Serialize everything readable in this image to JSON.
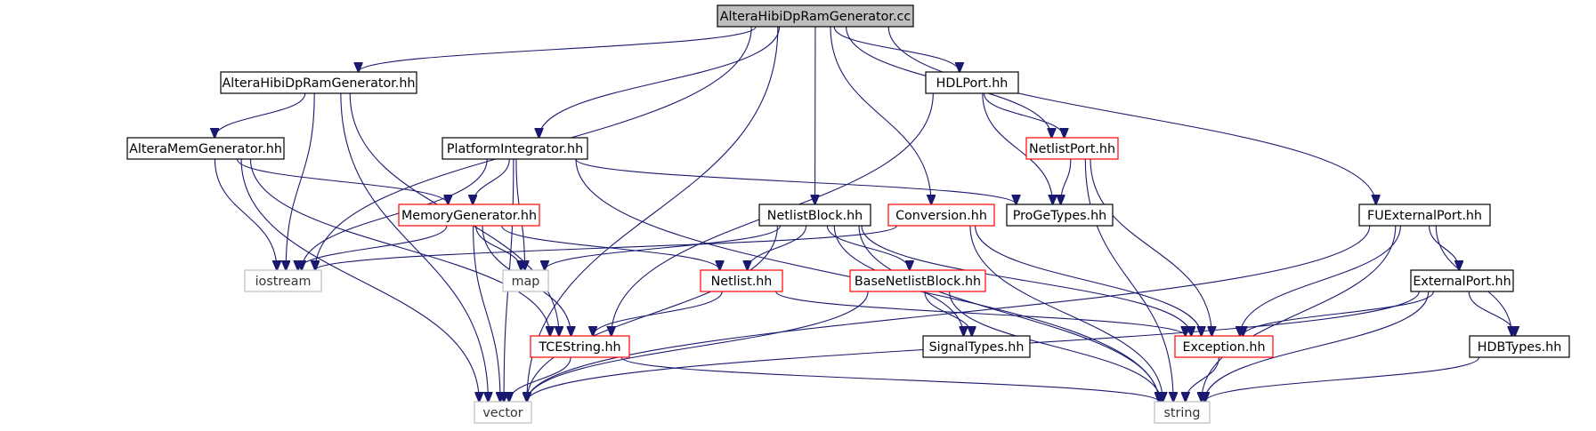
{
  "diagram": {
    "colors": {
      "edge": "#191970",
      "border_normal": "#000000",
      "border_truncated": "#ff0000",
      "border_external": "#bfbfbf",
      "fill_root": "#bfbfbf",
      "fill_default": "#ffffff",
      "text_external": "#333333"
    },
    "nodes": [
      {
        "id": "root",
        "label": "AlteraHibiDpRamGenerator.cc",
        "kind": "root"
      },
      {
        "id": "althh",
        "label": "AlteraHibiDpRamGenerator.hh",
        "kind": "normal"
      },
      {
        "id": "hdlport",
        "label": "HDLPort.hh",
        "kind": "normal"
      },
      {
        "id": "netlistport",
        "label": "NetlistPort.hh",
        "kind": "truncated"
      },
      {
        "id": "altmem",
        "label": "AlteraMemGenerator.hh",
        "kind": "normal"
      },
      {
        "id": "platint",
        "label": "PlatformIntegrator.hh",
        "kind": "normal"
      },
      {
        "id": "memgen",
        "label": "MemoryGenerator.hh",
        "kind": "truncated"
      },
      {
        "id": "netlistblock",
        "label": "NetlistBlock.hh",
        "kind": "normal"
      },
      {
        "id": "conversion",
        "label": "Conversion.hh",
        "kind": "truncated"
      },
      {
        "id": "progetypes",
        "label": "ProGeTypes.hh",
        "kind": "normal"
      },
      {
        "id": "fuext",
        "label": "FUExternalPort.hh",
        "kind": "normal"
      },
      {
        "id": "iostream",
        "label": "iostream",
        "kind": "external"
      },
      {
        "id": "map",
        "label": "map",
        "kind": "external"
      },
      {
        "id": "netlist",
        "label": "Netlist.hh",
        "kind": "truncated"
      },
      {
        "id": "basenb",
        "label": "BaseNetlistBlock.hh",
        "kind": "truncated"
      },
      {
        "id": "extport",
        "label": "ExternalPort.hh",
        "kind": "normal"
      },
      {
        "id": "tcestring",
        "label": "TCEString.hh",
        "kind": "truncated"
      },
      {
        "id": "signaltypes",
        "label": "SignalTypes.hh",
        "kind": "normal"
      },
      {
        "id": "exception",
        "label": "Exception.hh",
        "kind": "truncated"
      },
      {
        "id": "hdbtypes",
        "label": "HDBTypes.hh",
        "kind": "normal"
      },
      {
        "id": "vector",
        "label": "vector",
        "kind": "external"
      },
      {
        "id": "string",
        "label": "string",
        "kind": "external"
      }
    ],
    "edges": [
      [
        "root",
        "vector"
      ],
      [
        "root",
        "iostream"
      ],
      [
        "root",
        "althh"
      ],
      [
        "root",
        "platint"
      ],
      [
        "root",
        "netlistblock"
      ],
      [
        "root",
        "conversion"
      ],
      [
        "root",
        "hdlport"
      ],
      [
        "root",
        "netlistport"
      ],
      [
        "root",
        "fuext"
      ],
      [
        "althh",
        "altmem"
      ],
      [
        "althh",
        "iostream"
      ],
      [
        "althh",
        "vector"
      ],
      [
        "althh",
        "tcestring"
      ],
      [
        "altmem",
        "memgen"
      ],
      [
        "altmem",
        "iostream"
      ],
      [
        "altmem",
        "vector"
      ],
      [
        "altmem",
        "tcestring"
      ],
      [
        "platint",
        "memgen"
      ],
      [
        "platint",
        "iostream"
      ],
      [
        "platint",
        "map"
      ],
      [
        "platint",
        "vector"
      ],
      [
        "platint",
        "string"
      ],
      [
        "platint",
        "progetypes"
      ],
      [
        "memgen",
        "iostream"
      ],
      [
        "memgen",
        "map"
      ],
      [
        "memgen",
        "netlist"
      ],
      [
        "memgen",
        "tcestring"
      ],
      [
        "memgen",
        "vector"
      ],
      [
        "hdlport",
        "netlistport"
      ],
      [
        "hdlport",
        "progetypes"
      ],
      [
        "hdlport",
        "tcestring"
      ],
      [
        "netlistport",
        "progetypes"
      ],
      [
        "netlistport",
        "exception"
      ],
      [
        "netlistport",
        "string"
      ],
      [
        "netlistblock",
        "map"
      ],
      [
        "netlistblock",
        "netlist"
      ],
      [
        "netlistblock",
        "basenb"
      ],
      [
        "netlistblock",
        "vector"
      ],
      [
        "netlistblock",
        "signaltypes"
      ],
      [
        "netlistblock",
        "exception"
      ],
      [
        "netlistblock",
        "string"
      ],
      [
        "conversion",
        "iostream"
      ],
      [
        "conversion",
        "exception"
      ],
      [
        "conversion",
        "string"
      ],
      [
        "netlist",
        "tcestring"
      ],
      [
        "netlist",
        "exception"
      ],
      [
        "basenb",
        "signaltypes"
      ],
      [
        "basenb",
        "vector"
      ],
      [
        "basenb",
        "string"
      ],
      [
        "tcestring",
        "vector"
      ],
      [
        "tcestring",
        "string"
      ],
      [
        "exception",
        "string"
      ],
      [
        "fuext",
        "extport"
      ],
      [
        "fuext",
        "exception"
      ],
      [
        "fuext",
        "hdbtypes"
      ],
      [
        "fuext",
        "vector"
      ],
      [
        "fuext",
        "string"
      ],
      [
        "extport",
        "exception"
      ],
      [
        "extport",
        "hdbtypes"
      ],
      [
        "extport",
        "vector"
      ],
      [
        "extport",
        "string"
      ],
      [
        "hdbtypes",
        "string"
      ]
    ]
  }
}
